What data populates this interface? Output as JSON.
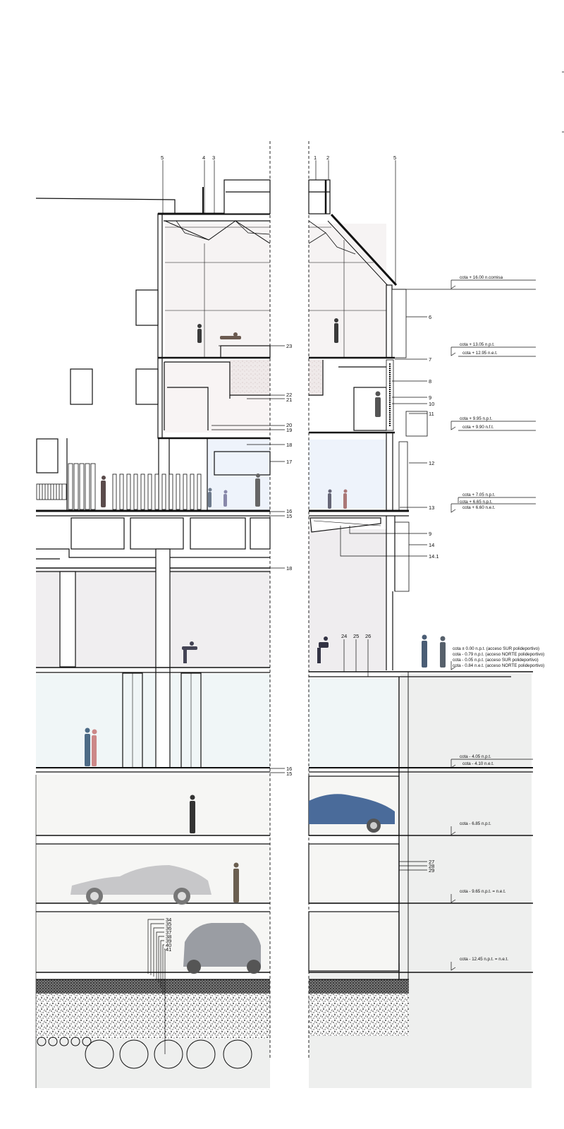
{
  "drawing": {
    "title": "",
    "colors": {
      "line": "#111111",
      "wall_fill": "#ffffff",
      "pool_fill": "#f6f3f3",
      "gym_fill": "#f7f4f4",
      "court_fill": "#eeecee",
      "glazing_fill": "#eef4fa",
      "basement_fill": "#f5f5f3",
      "ground_fill": "#eeefee"
    },
    "left_numbers": [
      {
        "id": "n5-left",
        "text": "5"
      },
      {
        "id": "n4",
        "text": "4"
      },
      {
        "id": "n3",
        "text": "3"
      },
      {
        "id": "n23",
        "text": "23"
      },
      {
        "id": "n22",
        "text": "22"
      },
      {
        "id": "n21",
        "text": "21"
      },
      {
        "id": "n20",
        "text": "20"
      },
      {
        "id": "n19",
        "text": "19"
      },
      {
        "id": "n18a",
        "text": "18"
      },
      {
        "id": "n17",
        "text": "17"
      },
      {
        "id": "n16a",
        "text": "16"
      },
      {
        "id": "n15a",
        "text": "15"
      },
      {
        "id": "n18b",
        "text": "18"
      },
      {
        "id": "n16b",
        "text": "16"
      },
      {
        "id": "n15b",
        "text": "15"
      }
    ],
    "right_numbers": [
      {
        "id": "n1",
        "text": "1"
      },
      {
        "id": "n2",
        "text": "2"
      },
      {
        "id": "n5-right",
        "text": "5"
      },
      {
        "id": "n6",
        "text": "6"
      },
      {
        "id": "n7",
        "text": "7"
      },
      {
        "id": "n8",
        "text": "8"
      },
      {
        "id": "n9a",
        "text": "9"
      },
      {
        "id": "n10",
        "text": "10"
      },
      {
        "id": "n11",
        "text": "11"
      },
      {
        "id": "n12",
        "text": "12"
      },
      {
        "id": "n13",
        "text": "13"
      },
      {
        "id": "n9b",
        "text": "9"
      },
      {
        "id": "n14",
        "text": "14"
      },
      {
        "id": "n14-1",
        "text": "14.1"
      },
      {
        "id": "n24",
        "text": "24"
      },
      {
        "id": "n25",
        "text": "25"
      },
      {
        "id": "n26",
        "text": "26"
      },
      {
        "id": "n27",
        "text": "27"
      },
      {
        "id": "n28",
        "text": "28"
      },
      {
        "id": "n29",
        "text": "29"
      }
    ],
    "foundation_numbers": [
      "34",
      "35",
      "36",
      "37",
      "38",
      "39",
      "40",
      "41"
    ],
    "elevations": [
      {
        "id": "e1",
        "text": "cota  + 16.00 n.cornisa"
      },
      {
        "id": "e2",
        "text": "cota  + 13.05 n.p.t."
      },
      {
        "id": "e3",
        "text": "cota  + 12.95  n.e.t."
      },
      {
        "id": "e4",
        "text": "cota  + 9.95 n.p.t."
      },
      {
        "id": "e5",
        "text": "cota  + 9.90  n.f.t."
      },
      {
        "id": "e6",
        "text": "cota  + 7.05  n.p.t."
      },
      {
        "id": "e7",
        "text": "cota  + 6.65 n.p.t."
      },
      {
        "id": "e8",
        "text": "cota  + 6.60  n.e.t."
      },
      {
        "id": "e9",
        "text": "cota  ± 0.00 n.p.t.  (acceso SUR polideportivo)"
      },
      {
        "id": "e10",
        "text": "cota  - 0.79 n.p.t.  (acceso NORTE polideportivo)"
      },
      {
        "id": "e11",
        "text": "cota  - 0.05 n.p.t.  (acceso SUR polideportivo)"
      },
      {
        "id": "e12",
        "text": "cota  - 0.84 n.e.t.  (acceso NORTE polideportivo)"
      },
      {
        "id": "e13",
        "text": "cota  - 4.05 n.p.t."
      },
      {
        "id": "e14",
        "text": "cota  - 4.10  n.e.t."
      },
      {
        "id": "e15",
        "text": "cota  - 6.85 n.p.t."
      },
      {
        "id": "e16",
        "text": "cota  - 9.65 n.p.t. = n.e.t."
      },
      {
        "id": "e17",
        "text": "cota  - 12.45 n.p.t. = n.e.t."
      }
    ]
  }
}
